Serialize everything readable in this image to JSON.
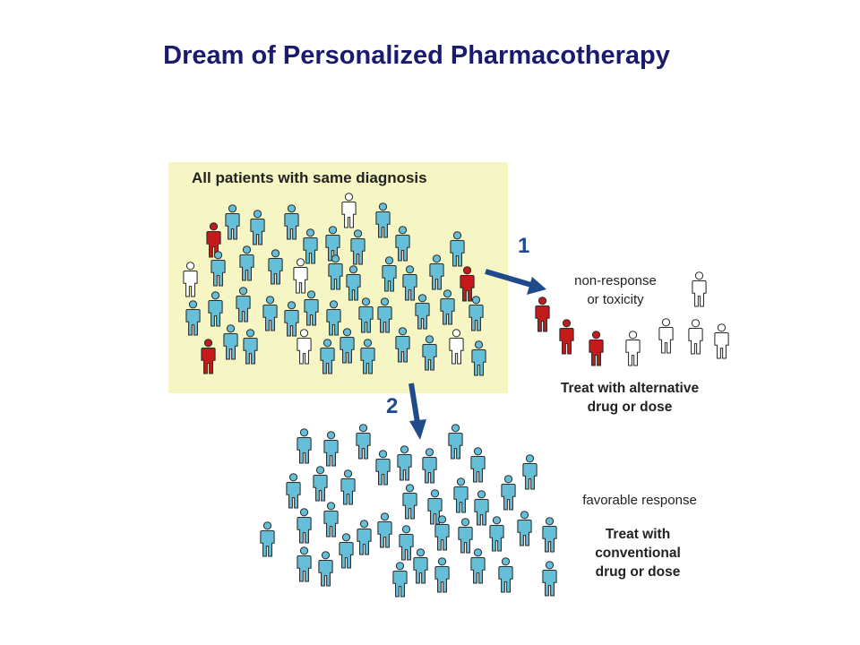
{
  "title": "Dream of Personalized Pharmacotherapy",
  "box_label": "All patients with same diagnosis",
  "step1": {
    "number": "1",
    "outcome_line1": "non-response",
    "outcome_line2": "or toxicity",
    "action_line1": "Treat with alternative",
    "action_line2": "drug or dose"
  },
  "step2": {
    "number": "2",
    "outcome": "favorable response",
    "action_line1": "Treat with",
    "action_line2": "conventional",
    "action_line3": "drug or dose"
  },
  "colors": {
    "title": "#1a1a6e",
    "box": "#f6f6c4",
    "arrow": "#1f4a8c",
    "responder": "#66bfd9",
    "toxic": "#c41a1a",
    "nonresponder": "#ffffff"
  },
  "figure_legend": {
    "responder": "favorable response",
    "toxic": "toxicity",
    "nonresponder": "non-response"
  }
}
